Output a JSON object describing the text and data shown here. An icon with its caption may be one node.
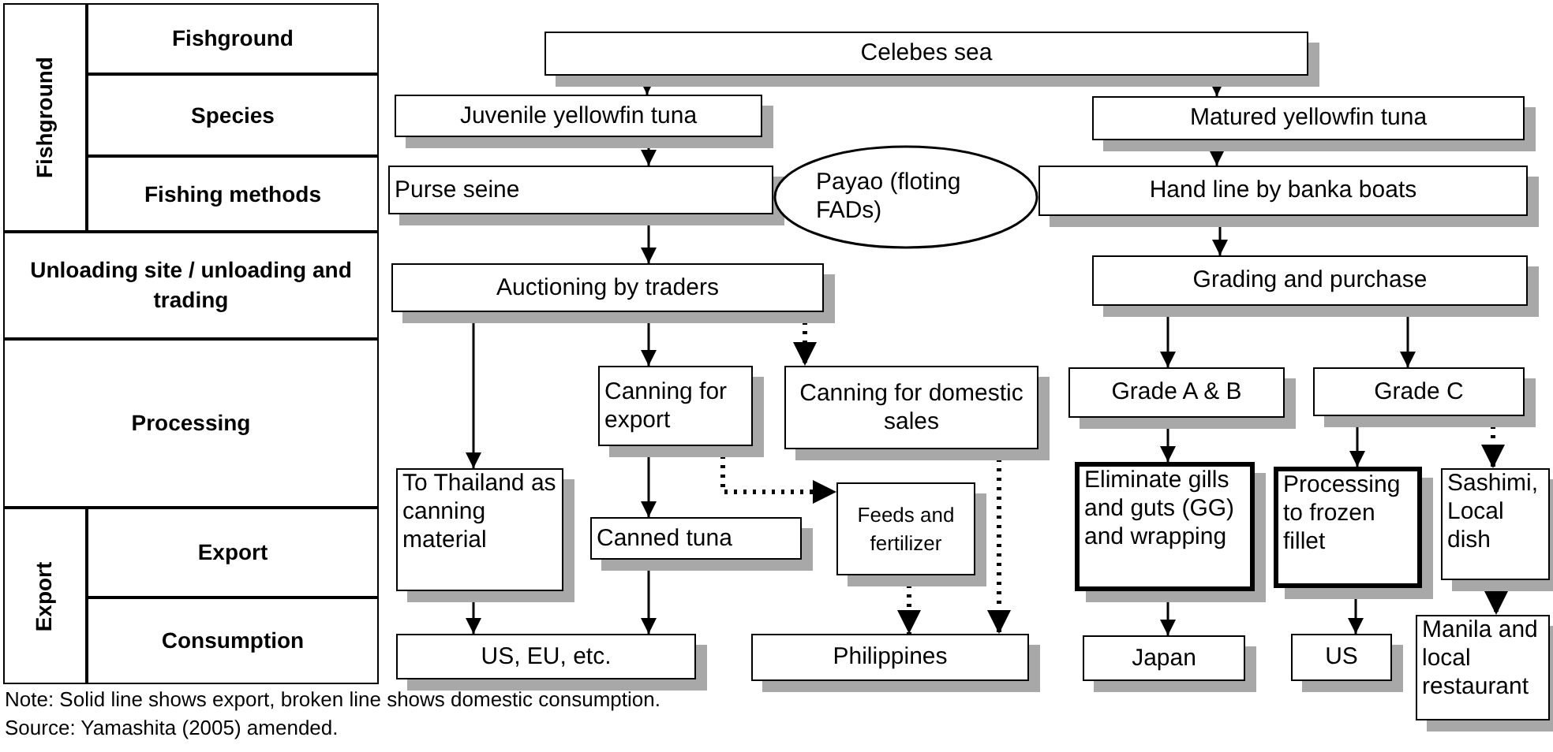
{
  "diagram": {
    "nodes": [
      {
        "text": [
          "Celebes sea"
        ]
      },
      {
        "text": [
          "Juvenile yellowfin tuna"
        ]
      },
      {
        "text": [
          "Matured yellowfin tuna"
        ]
      },
      {
        "text": [
          "Purse seine"
        ]
      },
      {
        "text": [
          "Payao (floting FADs)"
        ]
      },
      {
        "text": [
          "Hand line by banka boats"
        ]
      },
      {
        "text": [
          "Auctioning by traders"
        ]
      },
      {
        "text": [
          "Grading and purchase"
        ]
      },
      {
        "text": [
          "Canning for export"
        ]
      },
      {
        "text": [
          "Canning for domestic sales"
        ]
      },
      {
        "text": [
          "To Thailand as canning material"
        ]
      },
      {
        "text": [
          "Grade A & B"
        ]
      },
      {
        "text": [
          "Grade C"
        ]
      },
      {
        "text": [
          "Eliminate gills and guts (GG) and wrapping"
        ]
      },
      {
        "text": [
          "Processing to frozen fillet"
        ]
      },
      {
        "text": [
          "Sashimi, Local dish"
        ]
      },
      {
        "text": [
          "Canned tuna"
        ]
      },
      {
        "text": [
          "Feeds and fertilizer"
        ]
      },
      {
        "text": [
          "US, EU, etc."
        ]
      },
      {
        "text": [
          "Philippines"
        ]
      },
      {
        "text": [
          "Japan"
        ]
      },
      {
        "text": [
          "US"
        ]
      },
      {
        "text": [
          "Manila and local restaurant"
        ]
      },
      {
        "text": [
          "Fishground"
        ]
      },
      {
        "text": [
          "Fishground"
        ]
      },
      {
        "text": [
          "Species"
        ]
      },
      {
        "text": [
          "Fishing methods"
        ]
      },
      {
        "text": [
          "Unloading site / unloading and trading"
        ]
      },
      {
        "text": [
          "Processing"
        ]
      },
      {
        "text": [
          "Export"
        ]
      },
      {
        "text": [
          "Export"
        ]
      },
      {
        "text": [
          "Consumption"
        ]
      }
    ],
    "edges": [
      {
        "from": 0,
        "to": 1,
        "arrow": "to"
      },
      {
        "from": 0,
        "to": 2,
        "arrow": "to"
      },
      {
        "from": 1,
        "to": 3,
        "arrow": "to"
      },
      {
        "from": 2,
        "to": 5,
        "arrow": "to"
      },
      {
        "from": 3,
        "to": 6,
        "arrow": "to"
      },
      {
        "from": 5,
        "to": 7,
        "arrow": "to"
      },
      {
        "from": 6,
        "to": 10,
        "arrow": "to"
      },
      {
        "from": 6,
        "to": 8,
        "arrow": "to"
      },
      {
        "from": 6,
        "to": 9,
        "arrow": "to",
        "style": "dashed"
      },
      {
        "from": 7,
        "to": 11,
        "arrow": "to"
      },
      {
        "from": 7,
        "to": 12,
        "arrow": "to"
      },
      {
        "from": 8,
        "to": 16,
        "arrow": "to"
      },
      {
        "from": 8,
        "to": 17,
        "arrow": "to",
        "style": "dashed"
      },
      {
        "from": 9,
        "to": 19,
        "arrow": "to",
        "style": "dashed"
      },
      {
        "from": 10,
        "to": 18,
        "arrow": "to"
      },
      {
        "from": 16,
        "to": 18,
        "arrow": "to"
      },
      {
        "from": 17,
        "to": 19,
        "arrow": "to",
        "style": "dashed"
      },
      {
        "from": 11,
        "to": 13,
        "arrow": "to"
      },
      {
        "from": 12,
        "to": 14,
        "arrow": "to"
      },
      {
        "from": 12,
        "to": 15,
        "arrow": "to",
        "style": "dashed"
      },
      {
        "from": 13,
        "to": 20,
        "arrow": "to"
      },
      {
        "from": 14,
        "to": 21,
        "arrow": "to"
      },
      {
        "from": 15,
        "to": 22,
        "arrow": "to",
        "style": "dashed"
      }
    ],
    "labels": [
      "Note: Solid line shows export, broken line shows domestic consumption.",
      "Source: Yamashita (2005) amended."
    ]
  }
}
